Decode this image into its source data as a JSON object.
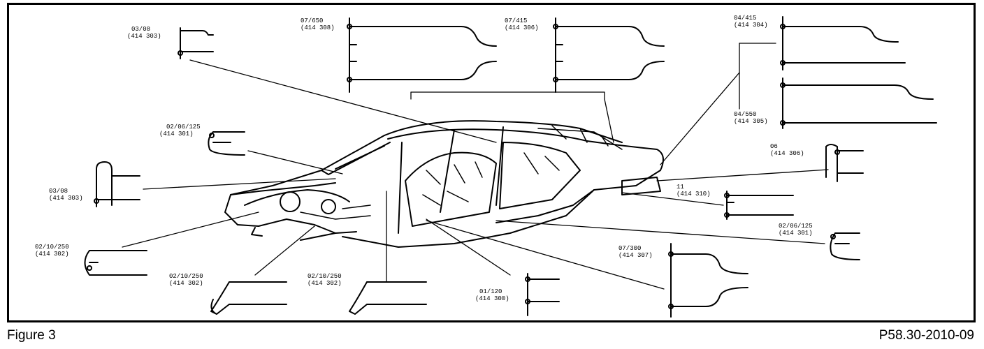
{
  "figure_label": "Figure 3",
  "document_ref": "P58.30-2010-09",
  "parts": [
    {
      "code": "03/08",
      "ref": "(414 303)"
    },
    {
      "code": "07/650",
      "ref": "(414 308)"
    },
    {
      "code": "07/415",
      "ref": "(414 306)"
    },
    {
      "code": "04/415",
      "ref": "(414 304)"
    },
    {
      "code": "04/550",
      "ref": "(414 305)"
    },
    {
      "code": "02/06/125",
      "ref": "(414 301)"
    },
    {
      "code": "06",
      "ref": "(414 306)"
    },
    {
      "code": "03/08",
      "ref": "(414 303)"
    },
    {
      "code": "11",
      "ref": "(414 310)"
    },
    {
      "code": "02/06/125",
      "ref": "(414 301)"
    },
    {
      "code": "02/10/250",
      "ref": "(414 302)"
    },
    {
      "code": "07/300",
      "ref": "(414 307)"
    },
    {
      "code": "02/10/250",
      "ref": "(414 302)"
    },
    {
      "code": "02/10/250",
      "ref": "(414 302)"
    },
    {
      "code": "01/120",
      "ref": "(414 300)"
    }
  ]
}
